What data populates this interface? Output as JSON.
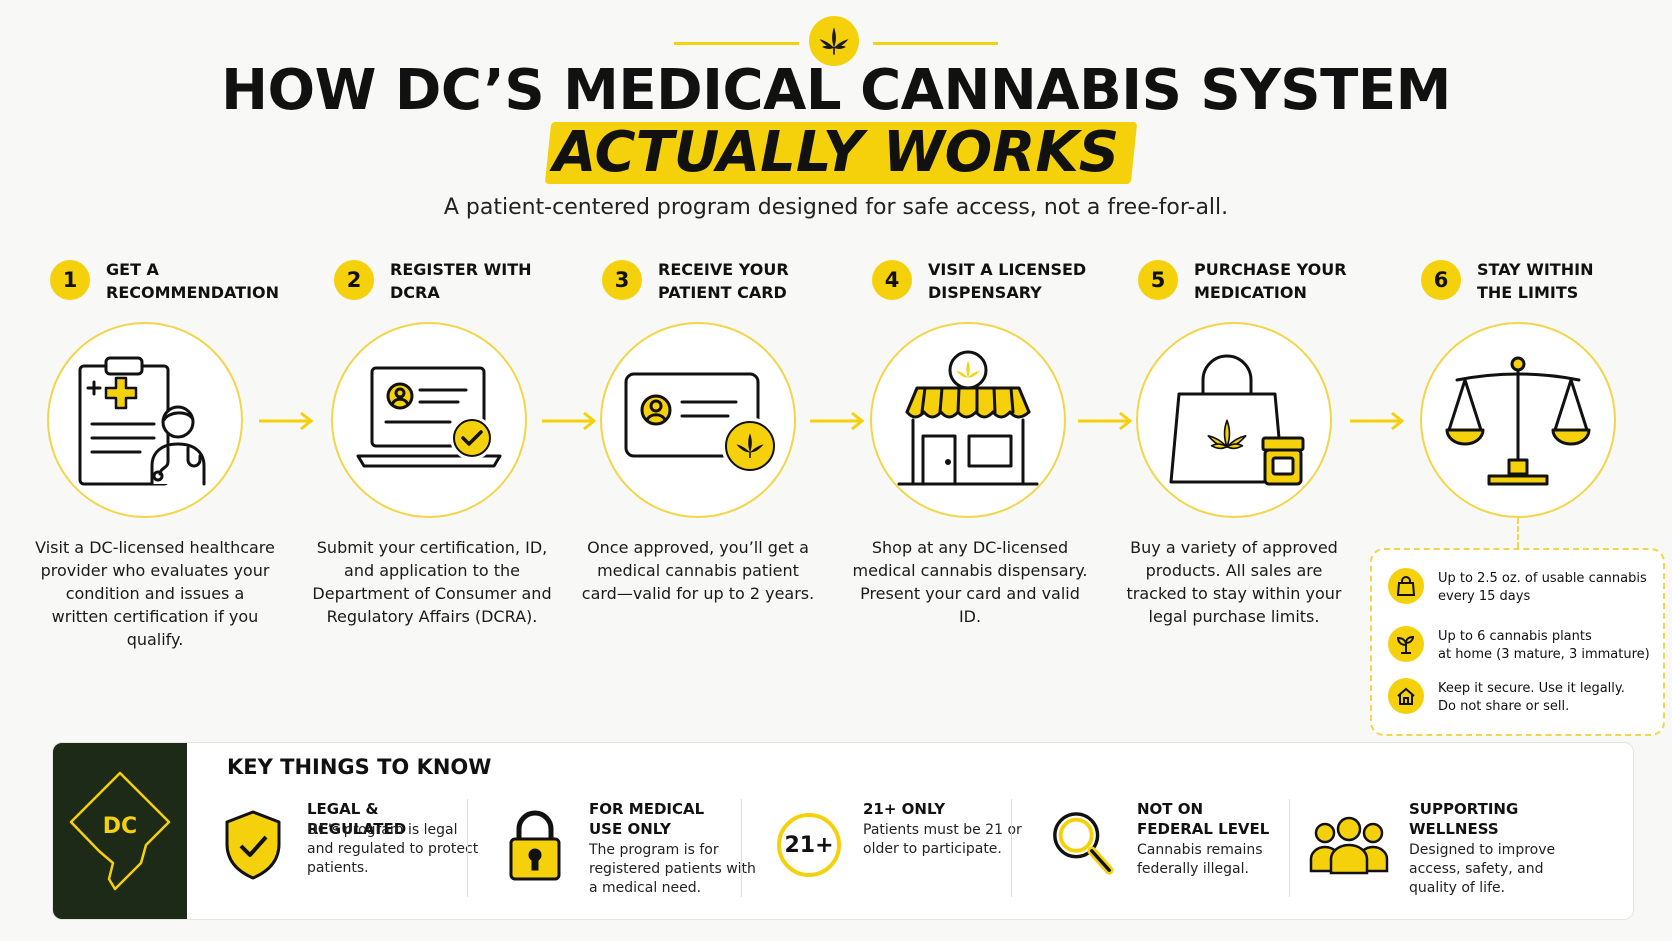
{
  "header": {
    "title_line1": "HOW DC’S MEDICAL CANNABIS SYSTEM",
    "title_line2": "ACTUALLY WORKS",
    "subtitle": "A patient-centered program designed for safe access, not a free-for-all."
  },
  "steps": [
    {
      "number": "1",
      "title": "GET A RECOMMENDATION",
      "icon": "doctor-clipboard-icon",
      "description": "Visit a DC-licensed healthcare provider who evaluates your condition and issues a written certification if you qualify."
    },
    {
      "number": "2",
      "title": "REGISTER WITH DCRA",
      "icon": "laptop-registration-icon",
      "description": "Submit your certification, ID, and application to the Department of Consumer and Regulatory Affairs (DCRA)."
    },
    {
      "number": "3",
      "title": "RECEIVE YOUR PATIENT CARD",
      "icon": "patient-card-icon",
      "description": "Once approved, you’ll get a medical cannabis patient card—valid for up to 2 years."
    },
    {
      "number": "4",
      "title": "VISIT A LICENSED DISPENSARY",
      "icon": "dispensary-storefront-icon",
      "description": "Shop at any DC-licensed medical cannabis dispensary. Present your card and valid ID."
    },
    {
      "number": "5",
      "title": "PURCHASE YOUR MEDICATION",
      "icon": "shopping-bag-icon",
      "description": "Buy a variety of approved products. All sales are tracked to stay within your legal purchase limits."
    },
    {
      "number": "6",
      "title": "STAY WITHIN THE LIMITS",
      "icon": "scales-icon",
      "description": ""
    }
  ],
  "limits": [
    {
      "icon": "bag-icon",
      "line1": "Up to 2.5 oz. of usable cannabis",
      "line2": "every 15 days"
    },
    {
      "icon": "plant-icon",
      "line1": "Up to 6 cannabis plants",
      "line2": "at home (3 mature, 3 immature)"
    },
    {
      "icon": "home-icon",
      "line1": "Keep it secure. Use it legally.",
      "line2": "Do not share or sell."
    }
  ],
  "key_things": {
    "title": "KEY THINGS TO KNOW",
    "badge": "DC",
    "items": [
      {
        "icon": "shield-check-icon",
        "heading": "LEGAL & REGULATED",
        "body": "DC’s program is legal and regulated to protect patients."
      },
      {
        "icon": "lock-icon",
        "heading": "FOR MEDICAL USE ONLY",
        "body": "The program is for registered patients with a medical need."
      },
      {
        "icon": "age-21-icon",
        "icon_text": "21+",
        "heading": "21+ ONLY",
        "body": "Patients must be 21 or older to participate."
      },
      {
        "icon": "magnifier-icon",
        "heading": "NOT ON FEDERAL LEVEL",
        "body": "Cannabis remains federally illegal."
      },
      {
        "icon": "people-icon",
        "heading": "SUPPORTING WELLNESS",
        "body": "Designed to improve access, safety, and quality of life."
      }
    ]
  },
  "colors": {
    "accent": "#f5d10c",
    "dark": "#1d2a17",
    "text": "#111111"
  }
}
